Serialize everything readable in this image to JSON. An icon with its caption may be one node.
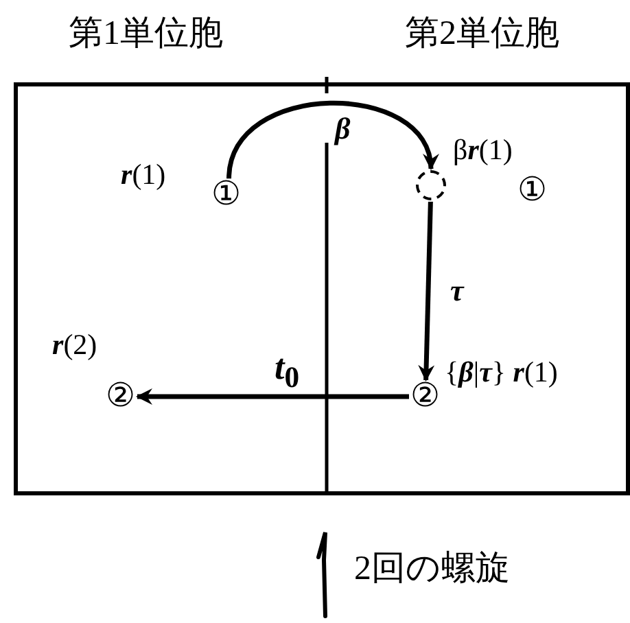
{
  "diagram": {
    "nodes": [
      {
        "text": [
          "第1単位胞"
        ]
      },
      {
        "text": [
          "第2単位胞"
        ]
      },
      {
        "text": [
          "①"
        ],
        "in": 0,
        "beside": [
          "**r**(1)"
        ]
      },
      {
        "text": [],
        "shape": "circle",
        "in": 1,
        "beside": [
          "β**r**(1)"
        ]
      },
      {
        "text": [
          "①"
        ],
        "in": 1
      },
      {
        "text": [
          "②"
        ],
        "in": 1,
        "beside": [
          "{**β**|**τ**} **r**(1)"
        ]
      },
      {
        "text": [
          "②"
        ],
        "in": 0,
        "beside": [
          "**r**(2)"
        ]
      }
    ],
    "edges": [
      {
        "from": 2,
        "to": 3,
        "arrow": "to",
        "label": "β"
      },
      {
        "from": 3,
        "to": 5,
        "arrow": "to",
        "label": "τ"
      },
      {
        "from": 5,
        "to": 6,
        "arrow": "to",
        "label": "t$_{0}$"
      }
    ],
    "labels": [
      "2回の螺旋"
    ]
  }
}
